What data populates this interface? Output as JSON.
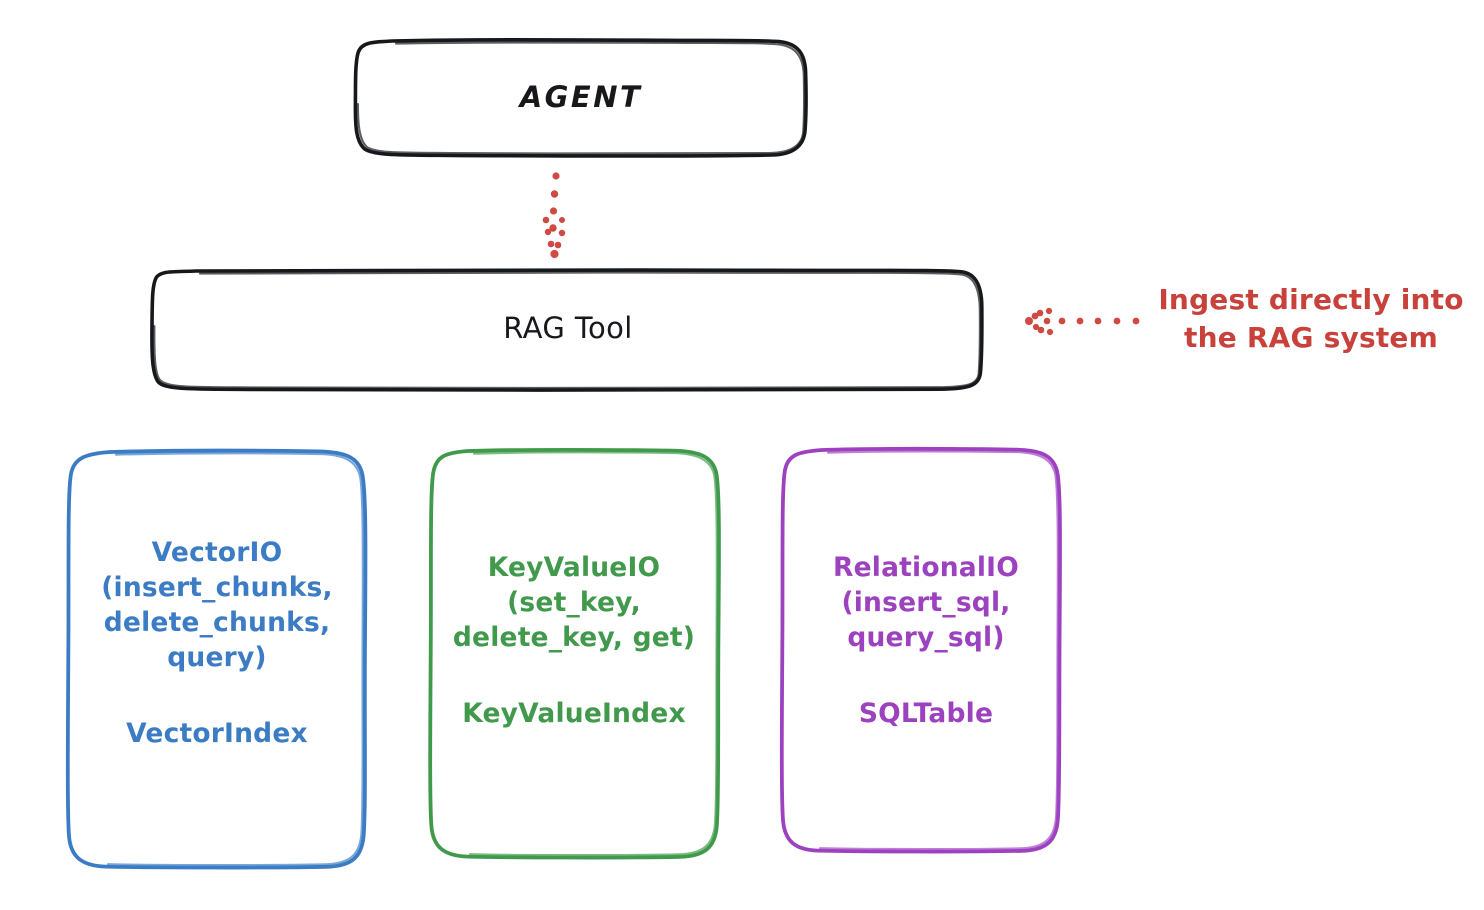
{
  "diagram": {
    "title": "RAG Tool architecture sketch",
    "background": "#ffffff",
    "style": "hand-drawn"
  },
  "colors": {
    "black": "#16181c",
    "blue": "#3b7cc4",
    "green": "#41994c",
    "purple": "#9c42bf",
    "red": "#c8413b"
  },
  "nodes": {
    "agent": {
      "label": "AGENT",
      "color": "#16181c"
    },
    "rag_tool": {
      "label": "RAG Tool",
      "color": "#16181c"
    },
    "vector_io": {
      "signature": "VectorIO\n(insert_chunks,\ndelete_chunks,\nquery)",
      "index": "VectorIndex",
      "color": "#3b7cc4"
    },
    "key_value_io": {
      "signature": "KeyValueIO\n(set_key,\ndelete_key, get)",
      "index": "KeyValueIndex",
      "color": "#41994c"
    },
    "relational_io": {
      "signature": "RelationalIO\n(insert_sql,\nquery_sql)",
      "index": "SQLTable",
      "color": "#9c42bf"
    }
  },
  "annotations": {
    "ingest": {
      "text": "Ingest directly into\nthe RAG system",
      "color": "#c8413b"
    }
  },
  "edges": [
    {
      "from": "agent",
      "to": "rag_tool",
      "style": "dotted-arrow",
      "color": "#c8413b"
    },
    {
      "from": "ingest-note",
      "to": "rag_tool",
      "style": "dotted-arrow",
      "color": "#c8413b"
    }
  ]
}
